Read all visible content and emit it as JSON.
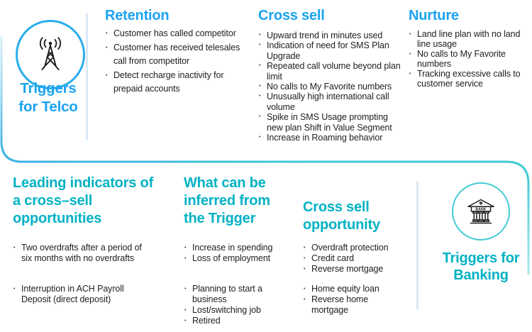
{
  "colors": {
    "telco_accent": "#1ba3f0",
    "telco_circle_stroke": "#29acec",
    "banking_accent": "#00b2c4",
    "banking_circle_stroke": "#44cbd5",
    "section_curve_start": "#4cbde6",
    "section_curve_end": "#42cad3",
    "divider": "#d9e8f6",
    "body_text": "#202124"
  },
  "icons": {
    "telco": "radio-tower-icon",
    "banking": "bank-icon"
  },
  "telco": {
    "label_line1": "Triggers",
    "label_line2": "for Telco",
    "columns": [
      {
        "title": "Retention",
        "items": [
          "Customer has called competitor",
          "Customer has received telesales call from competitor",
          "Detect recharge inactivity for prepaid accounts"
        ]
      },
      {
        "title": "Cross sell",
        "items": [
          "Upward trend in minutes used",
          "Indication of need for SMS Plan Upgrade",
          "Repeated call volume beyond plan limit",
          "No calls to My Favorite numbers",
          "Unusually high international call volume",
          "Spike in SMS Usage prompting new plan Shift in Value Segment",
          "Increase in Roaming behavior"
        ]
      },
      {
        "title": "Nurture",
        "items": [
          "Land line plan with no land line usage",
          "No calls to My Favorite numbers",
          "Tracking excessive calls to customer service"
        ]
      }
    ]
  },
  "banking": {
    "label_line1": "Triggers for",
    "label_line2": "Banking",
    "bank_icon_text": "BANK",
    "columns": [
      {
        "title_lines": [
          "Leading indicators of",
          "a cross–sell",
          "opportunities"
        ],
        "group1": [
          "Two overdrafts after a period of six months with no overdrafts"
        ],
        "group2": [
          "Interruption in ACH Payroll Deposit (direct deposit)"
        ]
      },
      {
        "title_lines": [
          "What can be",
          "inferred from",
          "the Trigger"
        ],
        "group1": [
          "Increase in spending",
          "Loss of employment"
        ],
        "group2": [
          "Planning to start a business",
          "Lost/switching job",
          "Retired"
        ]
      },
      {
        "title_lines": [
          "Cross sell",
          "opportunity"
        ],
        "group1": [
          "Overdraft protection",
          "Credit card",
          "Reverse mortgage"
        ],
        "group2": [
          "Home equity loan",
          "Reverse home mortgage"
        ]
      }
    ]
  }
}
